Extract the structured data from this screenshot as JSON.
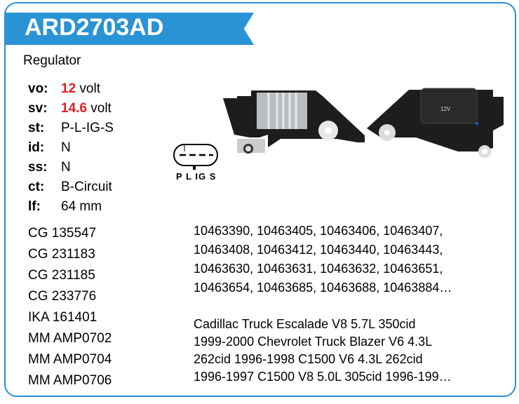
{
  "title": "ARD2703AD",
  "type": "Regulator",
  "specs": [
    {
      "key": "vo:",
      "value": "12",
      "unit": " volt",
      "highlight": true
    },
    {
      "key": "sv:",
      "value": "14.6",
      "unit": " volt",
      "highlight": true
    },
    {
      "key": "st:",
      "value": "P-L-IG-S",
      "unit": "",
      "highlight": false
    },
    {
      "key": "id:",
      "value": "N",
      "unit": "",
      "highlight": false
    },
    {
      "key": "ss:",
      "value": "N",
      "unit": "",
      "highlight": false
    },
    {
      "key": "ct:",
      "value": "B-Circuit",
      "unit": "",
      "highlight": false
    },
    {
      "key": "lf:",
      "value": "64 mm",
      "unit": "",
      "highlight": false
    }
  ],
  "connector_pins": "P L IG S",
  "photo_label": "12V",
  "cross_refs": [
    "CG 135547",
    "CG 231183",
    "CG 231185",
    "CG 233776",
    "IKA 161401",
    "MM AMP0702",
    "MM AMP0704",
    "MM AMP0706"
  ],
  "oe_numbers": [
    "10463390, 10463405, 10463406, 10463407,",
    "10463408, 10463412, 10463440, 10463443,",
    "10463630, 10463631, 10463632, 10463651,",
    "10463654, 10463685, 10463688, 10463884…"
  ],
  "vehicles": [
    "Cadillac Truck Escalade V8 5.7L 350cid",
    "1999-2000 Chevrolet Truck Blazer V6 4.3L",
    "262cid 1996-1998 C1500 V6 4.3L 262cid",
    "1996-1997 C1500 V8 5.0L 305cid 1996-199…"
  ]
}
